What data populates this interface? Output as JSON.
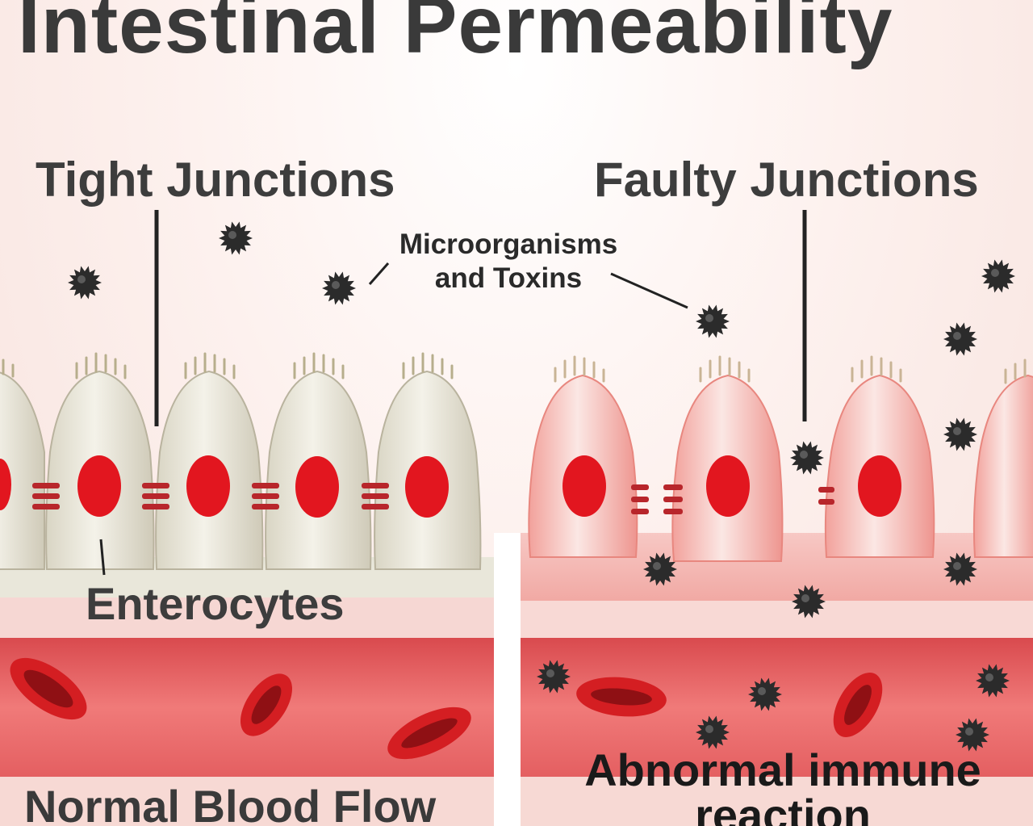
{
  "diagram": {
    "title": "Intestinal Permeability",
    "left_panel": {
      "heading": "Tight Junctions",
      "cell_label": "Enterocytes",
      "footer": "Normal Blood Flow"
    },
    "right_panel": {
      "heading": "Faulty Junctions",
      "footer": "Abnormal immune reaction"
    },
    "microorganisms_label": "Microorganisms and Toxins"
  },
  "colors": {
    "healthy_cell": "#e9e6d8",
    "inflamed_cell": "#f6b9b4",
    "nucleus": "#e2161f",
    "junction": "#b8262b",
    "blood": "#e85a5d",
    "red_blood_cell": "#d41e22",
    "microorganism": "#2b2b2b",
    "title_text": "#3a3a3a"
  }
}
